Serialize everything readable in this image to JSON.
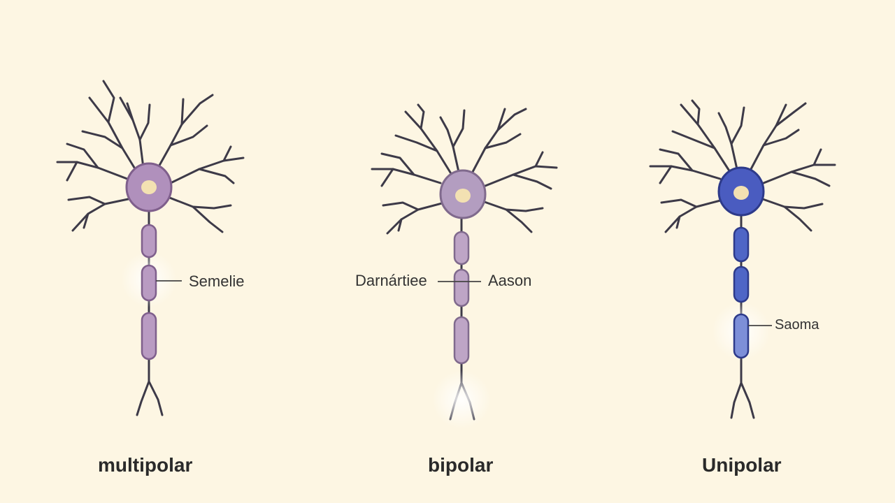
{
  "neurons": [
    {
      "caption": "multipolar",
      "body_color": "#b090bc",
      "body_stroke": "#7f5f8c",
      "segment_color": "#b99bc2"
    },
    {
      "caption": "bipolar",
      "body_color": "#b39dc0",
      "body_stroke": "#806a8d",
      "segment_color": "#bea5c6"
    },
    {
      "caption": "Unipolar",
      "body_color": "#4a5cc0",
      "body_stroke": "#2d3a8a",
      "segment_color": "#4f66c6"
    }
  ],
  "labels": {
    "left_soma": "Semelie",
    "middle_dendrite": "Darnártiee",
    "middle_axon": "Aason",
    "right_soma": "Saoma"
  },
  "colors": {
    "background": "#fdf6e3",
    "branch": "#3d3a48",
    "nucleus": "#f3e1b2",
    "leader_line": "#444444"
  }
}
